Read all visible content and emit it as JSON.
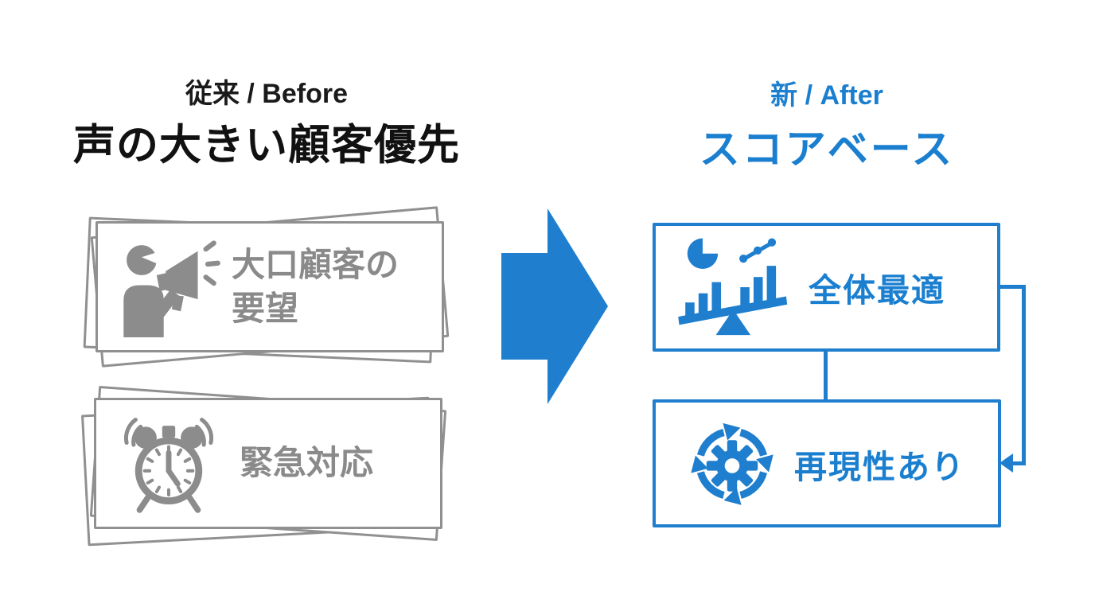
{
  "slide": {
    "type": "before-after-comparison-diagram",
    "background": "#ffffff"
  },
  "colors": {
    "blue": "#1f7fce",
    "blue_text": "#1b7fd0",
    "gray": "#8c8c8c",
    "gray_line": "#909090",
    "gray_text": "#8a8a8a",
    "black": "#1a1a1a"
  },
  "before": {
    "label": "従来 / Before",
    "title": "声の大きい顧客優先",
    "items": [
      {
        "icon": "megaphone-person-icon",
        "label": "大口顧客の要望"
      },
      {
        "icon": "alarm-clock-icon",
        "label": "緊急対応"
      }
    ]
  },
  "after": {
    "label": "新 / After",
    "title": "スコアベース",
    "items": [
      {
        "icon": "balance-analytics-icon",
        "label": "全体最適"
      },
      {
        "icon": "cycle-gear-icon",
        "label": "再現性あり"
      }
    ],
    "connectors": [
      {
        "from": "全体最適",
        "to": "再現性あり",
        "style": "vertical-line"
      },
      {
        "from": "全体最適",
        "to": "再現性あり",
        "style": "right-loop-with-arrow"
      }
    ]
  },
  "arrow": {
    "direction": "right",
    "meaning": "transformation from Before to After"
  }
}
